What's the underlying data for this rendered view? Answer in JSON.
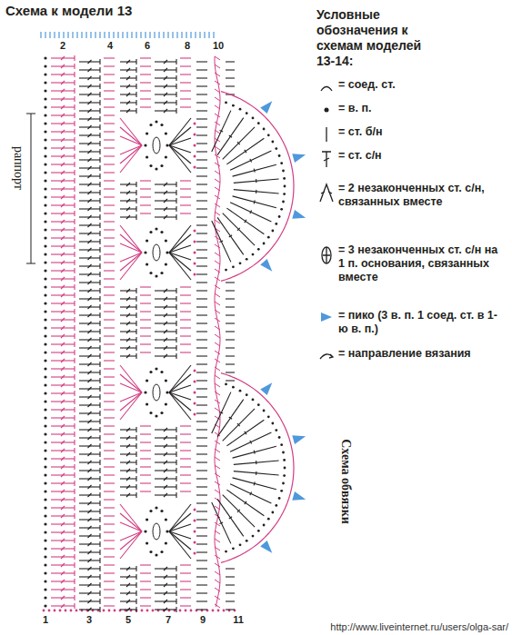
{
  "diagram": {
    "title": "Схема к модели 13",
    "labels": [
      "Условные обозначения к схемам моделей 13-14:",
      "раппорт",
      "2",
      "4",
      "6",
      "8",
      "10",
      "1",
      "3",
      "5",
      "7",
      "9",
      "11",
      "Схема обвязки",
      "http://www.liveinternet.ru/users/olga-sar/"
    ],
    "legend": [
      {
        "text": "= соед. ст."
      },
      {
        "text": "= в. п."
      },
      {
        "text": "= ст. б/н"
      },
      {
        "text": "= ст. с/н"
      },
      {
        "text": "= 2 незаконченных ст. с/н, связанных вместе"
      },
      {
        "text": "= 3 незаконченных ст. с/н на 1 п. основания, связанных вместе"
      },
      {
        "text": "= пико (3 в. п. 1 соед. ст. в 1-ю в. п.)"
      },
      {
        "text": "= направление вязания"
      }
    ]
  }
}
